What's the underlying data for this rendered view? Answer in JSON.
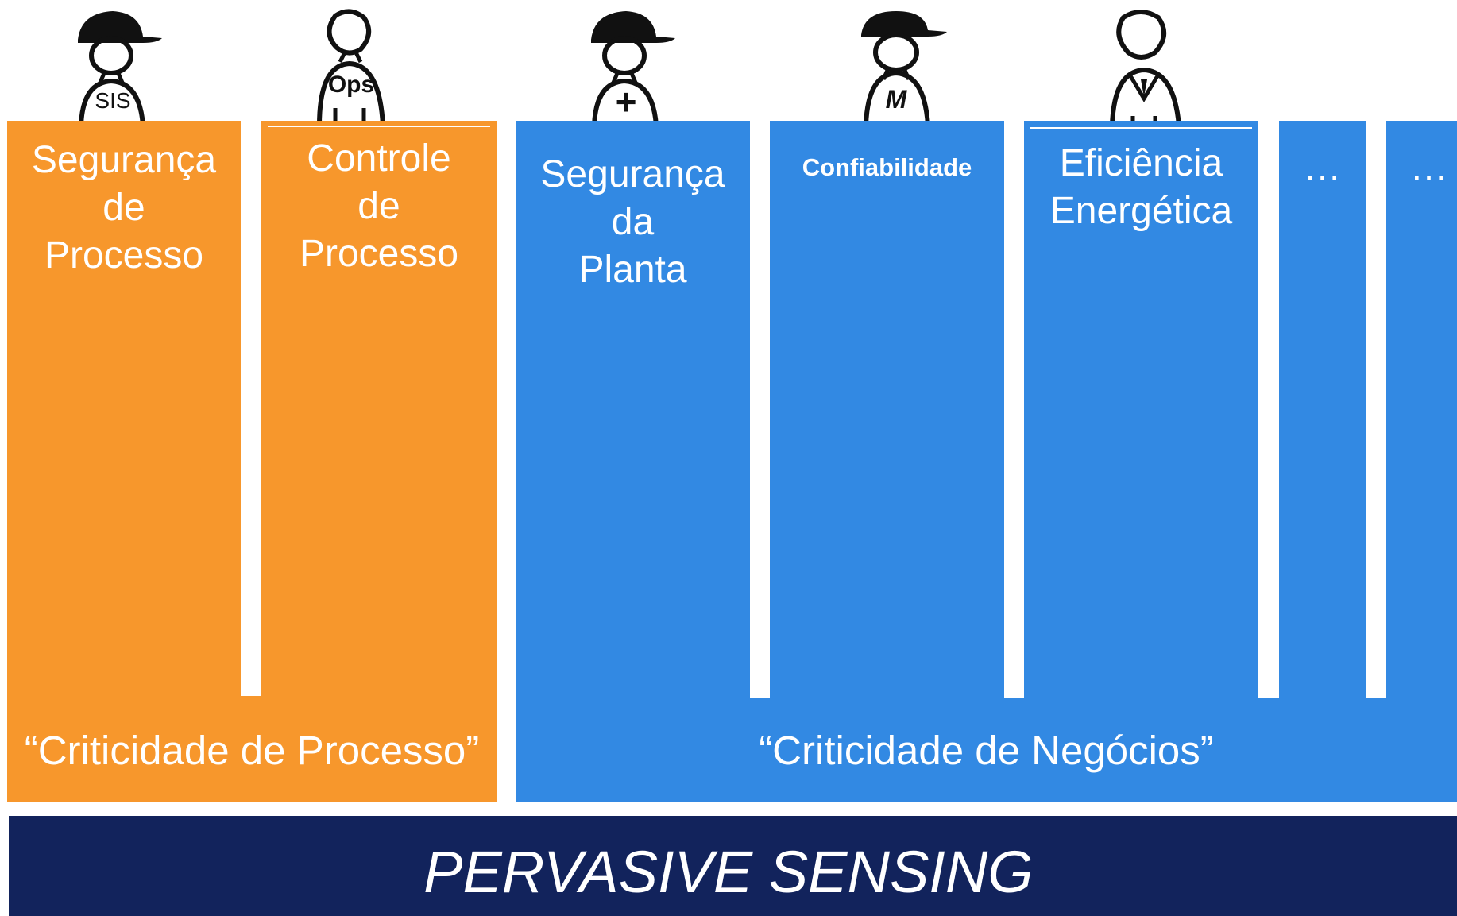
{
  "columns": [
    {
      "title": "Segurança\nde\nProcesso",
      "badge": "SIS"
    },
    {
      "title": "Controle\nde\nProcesso",
      "badge": "Ops"
    },
    {
      "title": "Segurança\nda\nPlanta",
      "badge": "+"
    },
    {
      "title": "Confiabilidade",
      "badge": "M"
    },
    {
      "title": "Eficiência\nEnergética",
      "badge": ""
    },
    {
      "title": "…"
    },
    {
      "title": "…"
    }
  ],
  "groups": {
    "process": "“Criticidade de Processo”",
    "business": "“Criticidade de Negócios”"
  },
  "banner": "PERVASIVE SENSING",
  "colors": {
    "orange": "#f7972c",
    "blue": "#3289e3",
    "navy": "#12235c"
  }
}
